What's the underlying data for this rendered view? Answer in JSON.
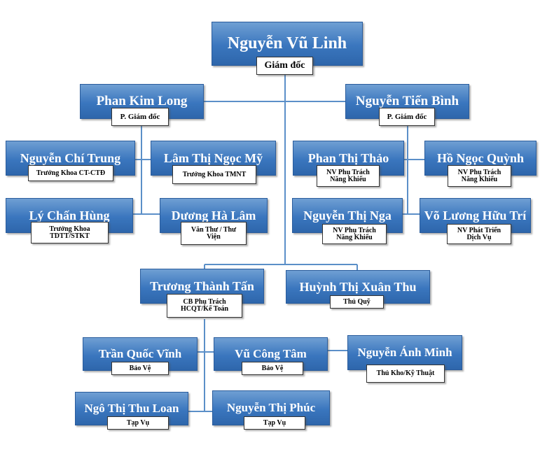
{
  "colors": {
    "box_fill": "#3a76be",
    "box_text": "#ffffff",
    "line": "#5b8fc8"
  },
  "nodes": {
    "director": {
      "name": "Nguyễn Vũ Linh",
      "role": "Giám đốc"
    },
    "vp_left": {
      "name": "Phan Kim  Long",
      "role": "P. Giám đốc"
    },
    "vp_right": {
      "name": "Nguyễn Tiến Bình",
      "role": "P. Giám đốc"
    },
    "trung": {
      "name": "Nguyễn Chí Trung",
      "role": "Trưởng Khoa CT-CTĐ"
    },
    "my": {
      "name": "Lâm Thị Ngọc Mỹ",
      "role": "Trưởng Khoa TMNT"
    },
    "hung": {
      "name": "Lý Chấn Hùng",
      "role": "Trưởng Khoa TDTT/STKT"
    },
    "lam": {
      "name": "Dương Hà Lâm",
      "role": "Văn Thư / Thư Viện"
    },
    "thao": {
      "name": "Phan Thị Thảo",
      "role": "NV Phụ Trách Năng Khiếu"
    },
    "quynh": {
      "name": "Hồ Ngọc Quỳnh",
      "role": "NV Phụ Trách Năng Khiếu"
    },
    "nga": {
      "name": "Nguyễn Thị Nga",
      "role": "NV Phụ Trách Năng Khiếu"
    },
    "tri": {
      "name": "Võ Lương Hữu Trí",
      "role": "NV Phát Triển Dịch Vụ"
    },
    "tan": {
      "name": "Trương Thành Tấn",
      "role": "CB Phụ Trách HCQT/Kế Toán"
    },
    "thu": {
      "name": "Huỳnh Thị Xuân Thu",
      "role": "Thủ Quỹ"
    },
    "vinh": {
      "name": "Trần  Quốc  Vĩnh",
      "role": "Bảo Vệ"
    },
    "tam": {
      "name": "Vũ  Công  Tâm",
      "role": "Bảo Vệ"
    },
    "minh": {
      "name": "Nguyễn  Ánh  Minh",
      "role": "Thủ Kho/Kỹ Thuật"
    },
    "loan": {
      "name": "Ngô Thị Thu  Loan",
      "role": "Tạp Vụ"
    },
    "phuc": {
      "name": "Nguyễn  Thị  Phúc",
      "role": "Tạp Vụ"
    }
  }
}
